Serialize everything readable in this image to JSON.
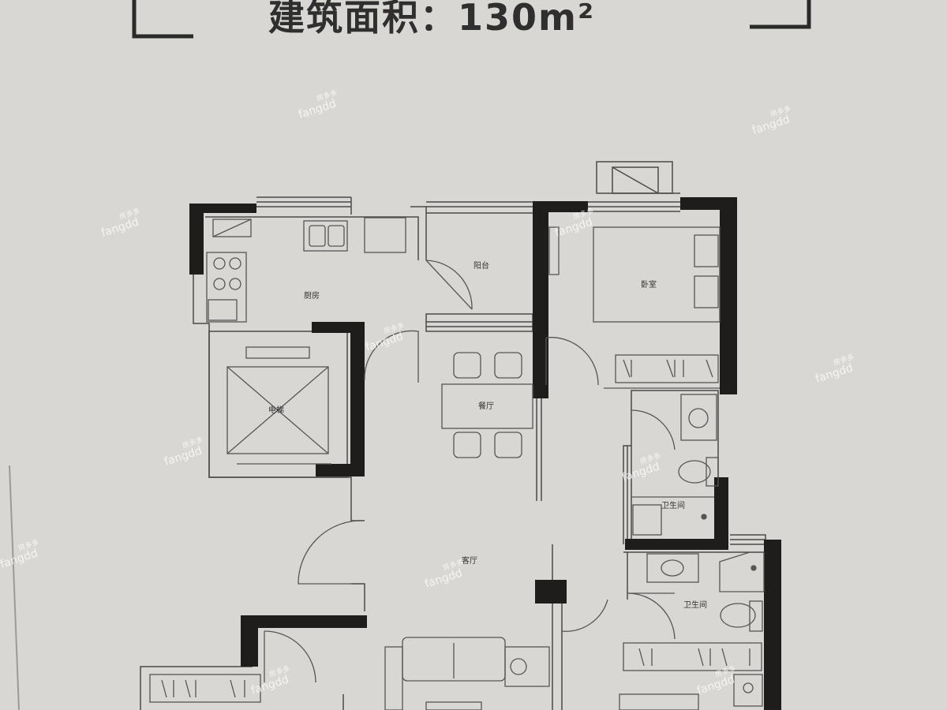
{
  "header": {
    "title": "建筑面积：130m²"
  },
  "rooms": {
    "kitchen": "厨房",
    "balcony": "阳台",
    "bedroom": "卧室",
    "dining": "餐厅",
    "elevator": "电梯",
    "bath1": "卫生间",
    "bath2": "卫生间",
    "living": "客厅"
  },
  "watermark": {
    "brand": "fangdd",
    "cn": "房多多"
  },
  "colors": {
    "wall": "#1f1d1c",
    "line": "#4a4a4a",
    "paper": "#dcdbd7"
  }
}
